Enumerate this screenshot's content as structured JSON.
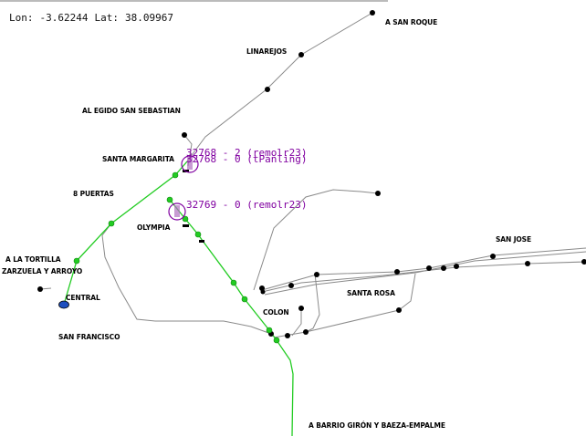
{
  "coords": {
    "lon_label": "Lon:",
    "lon": "-3.62244",
    "lat_label": "Lat:",
    "lat": "38.09967"
  },
  "colors": {
    "active_line": "#22cc22",
    "track": "#8a8a8a",
    "vehicle": "#8000a0",
    "stop": "#000000",
    "terminal": "#1e4fbf"
  },
  "stations": {
    "san_roque": "A SAN ROQUE",
    "linarejos": "LINAREJOS",
    "alegido": "AL EGIDO SAN SEBASTIAN",
    "santa_margarita": "SANTA MARGARITA",
    "ocho_puertas": "8 PUERTAS",
    "olympia": "OLYMPIA",
    "tortilla": "A LA TORTILLA",
    "zarzuela": "ZARZUELA Y ARROYO",
    "central": "CENTRAL",
    "san_francisco": "SAN FRANCISCO",
    "colon": "COLON",
    "santa_rosa": "SANTA ROSA",
    "san_jose": "SAN JOSE",
    "barrio_giron": "A BARRIO GIRÓN Y BAEZA-EMPALME"
  },
  "vehicles": [
    {
      "id": "32768",
      "status": "2",
      "driver": "(remolr23)"
    },
    {
      "id": "32768",
      "status": "0",
      "driver": "(tPanling)"
    },
    {
      "id": "32769",
      "status": "0",
      "driver": "(remolr23)"
    }
  ]
}
